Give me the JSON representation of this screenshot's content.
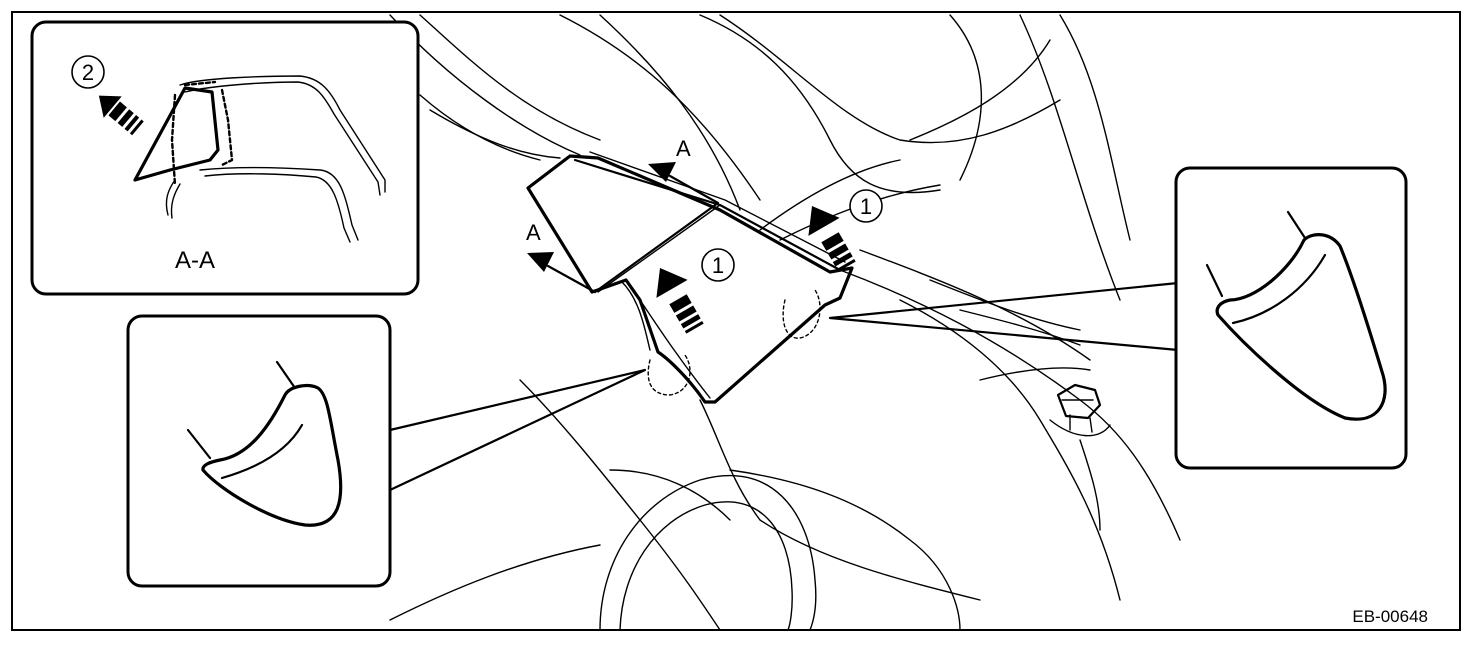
{
  "figure_id": "EB-00648",
  "section_label": "A-A",
  "callouts": {
    "one": "1",
    "two": "2"
  },
  "direction_labels": {
    "upper": "A",
    "lower": "A"
  },
  "colors": {
    "ink": "#000000",
    "paper": "#ffffff",
    "arrow_fill": "#000000"
  }
}
